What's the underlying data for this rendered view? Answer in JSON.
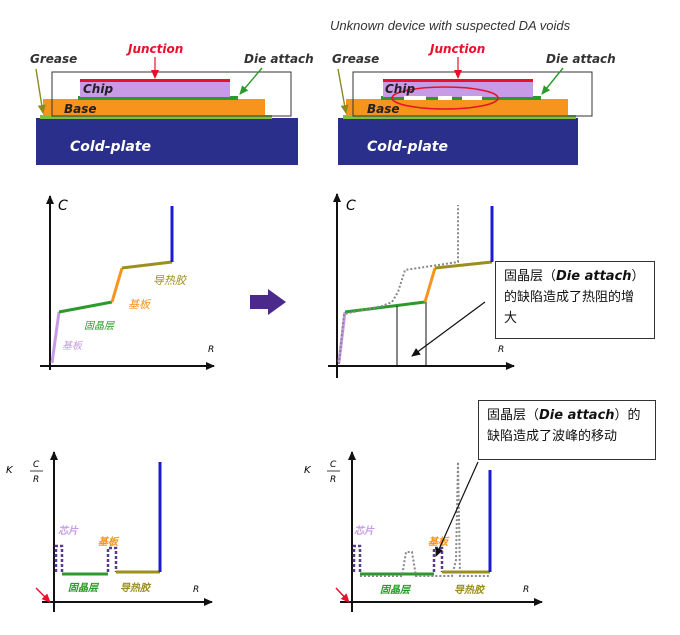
{
  "title_right": "Unknown device with suspected  DA voids",
  "stack": {
    "junction": "Junction",
    "grease": "Grease",
    "die_attach": "Die attach",
    "chip": "Chip",
    "base": "Base",
    "cold_plate": "Cold-plate"
  },
  "cum": {
    "axis_c": "C",
    "axis_r": "R",
    "label_tim": "导热胶",
    "label_base_mid": "基板",
    "label_da": "固晶层",
    "label_base_low": "基板"
  },
  "diff": {
    "axis_k": "K",
    "axis_c": "C",
    "axis_r_den": "R",
    "axis_r": "R",
    "label_chip": "芯片",
    "label_base": "基板",
    "label_da": "固晶层",
    "label_tim": "导热胶"
  },
  "note1": {
    "pre": "固晶层（",
    "em": "Die attach",
    "post": "）的缺陷造成了热阻的增大"
  },
  "note2": {
    "pre": "固晶层（",
    "em": "Die attach",
    "post": "）的缺陷造成了波峰的移动"
  },
  "colors": {
    "junction": "#e8102a",
    "chip": "#c79be6",
    "die_attach": "#2a9a2a",
    "base": "#f7941d",
    "cold_plate": "#2b2f8c",
    "tim": "#9b8f1e",
    "blue": "#1c1ccc",
    "arrow": "#4b2a8c"
  }
}
